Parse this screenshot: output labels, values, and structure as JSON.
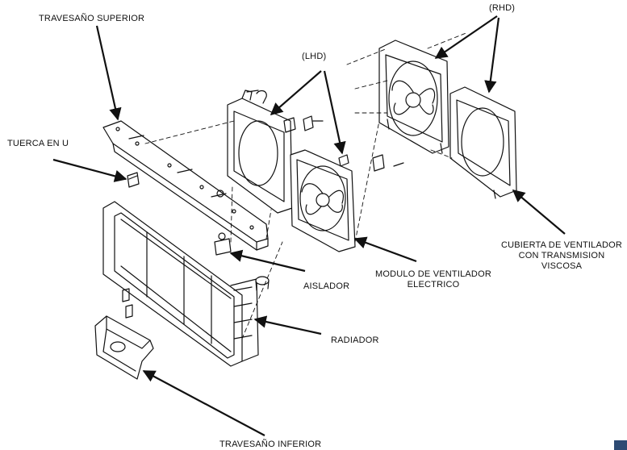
{
  "labels": {
    "travesano_superior": "TRAVESAÑO SUPERIOR",
    "tuerca_en_u": "TUERCA EN U",
    "lhd": "(LHD)",
    "rhd": "(RHD)",
    "aislador": "AISLADOR",
    "modulo_ventilador": [
      "MODULO DE VENTILADOR",
      "ELECTRICO"
    ],
    "cubierta_ventilador": [
      "CUBIERTA DE VENTILADOR",
      "CON TRANSMISION",
      "VISCOSA"
    ],
    "radiador": "RADIADOR",
    "travesano_inferior": "TRAVESAÑO INFERIOR"
  },
  "colors": {
    "ink": "#111111",
    "background": "#ffffff",
    "corner_badge": "#2d4a73"
  }
}
